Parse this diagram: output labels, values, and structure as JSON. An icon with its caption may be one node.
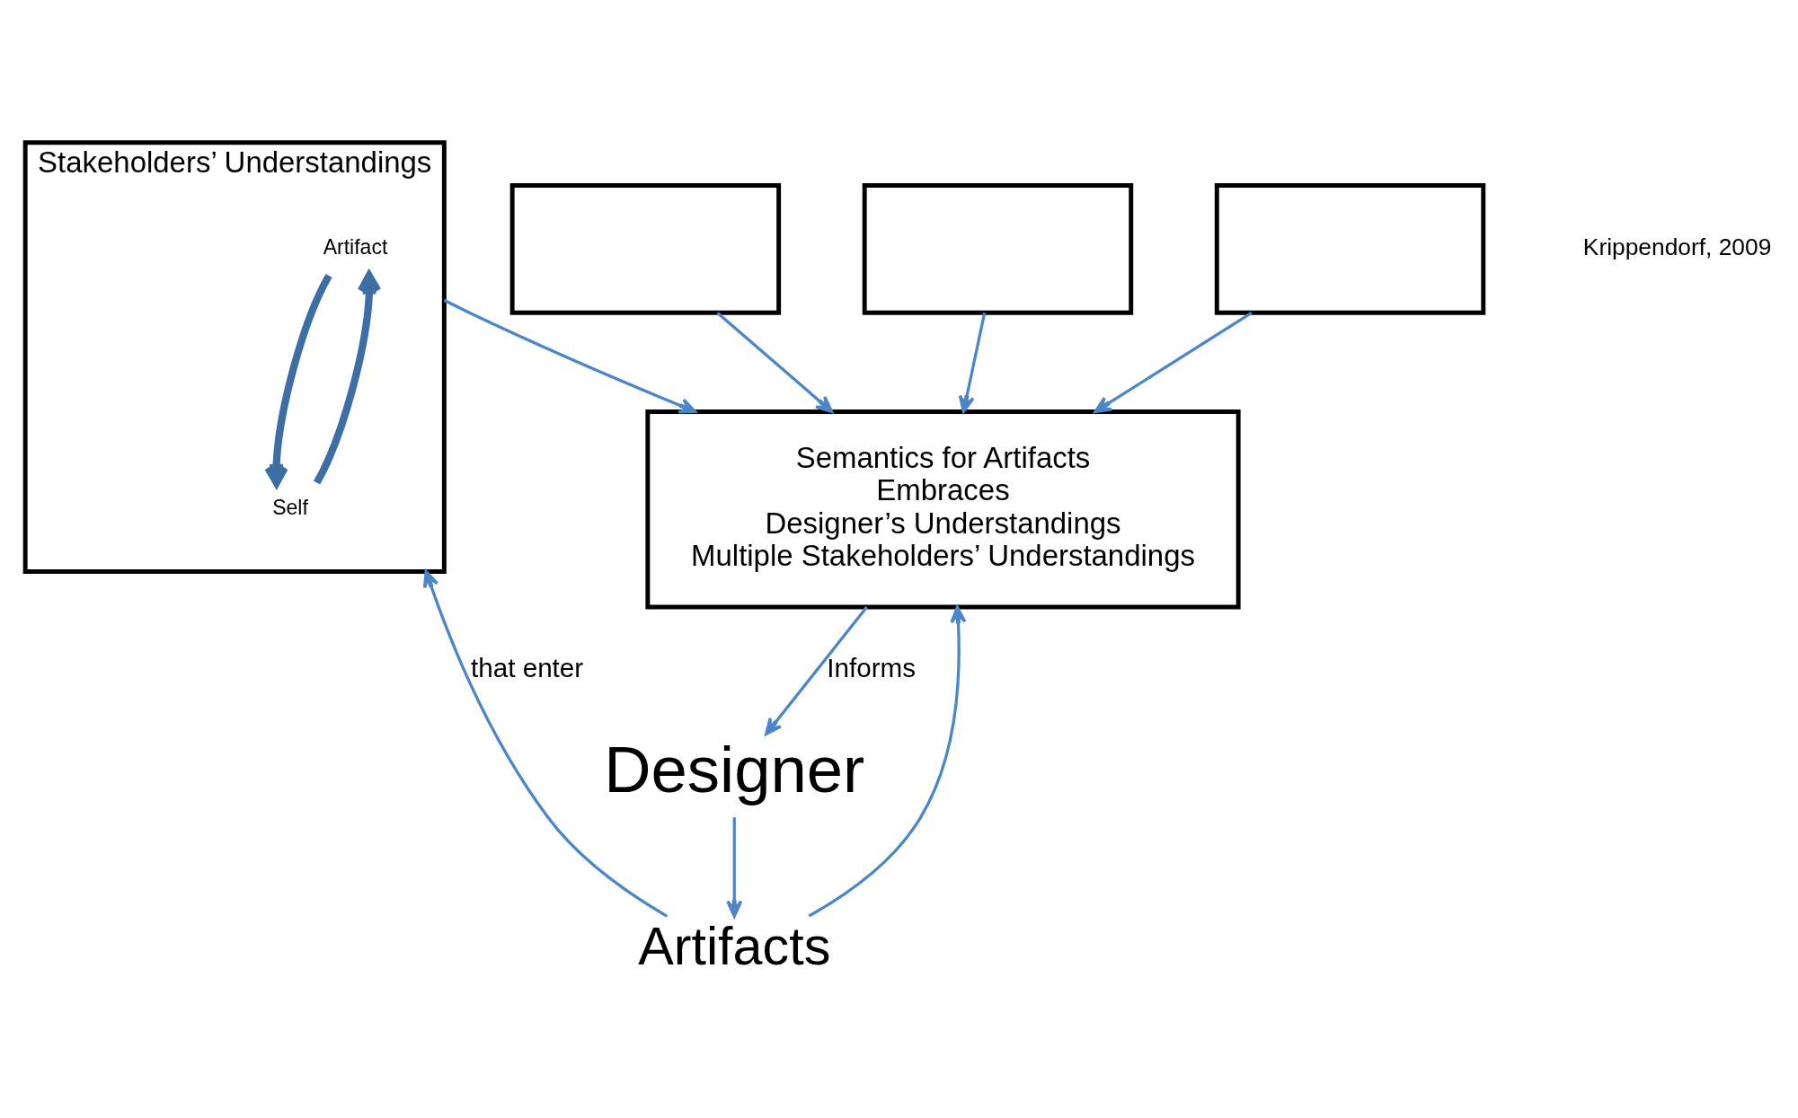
{
  "diagram": {
    "nodes": [
      {
        "text": [
          "Semantics for Artifacts",
          "Embraces",
          "Designer’s Understandings",
          "Multiple Stakeholders’ Understandings"
        ]
      },
      {
        "text": [
          "Designer"
        ]
      },
      {
        "text": [
          "Artifacts"
        ]
      },
      {
        "text": [
          "Stakeholders’ Understandings"
        ]
      },
      {
        "text": [],
        "shape": "box"
      },
      {
        "text": [],
        "shape": "box"
      },
      {
        "text": [],
        "shape": "box"
      },
      {
        "text": [
          "Artifact"
        ],
        "in": 3
      },
      {
        "text": [
          "Self"
        ],
        "in": 3
      }
    ],
    "edges": [
      {
        "from": 0,
        "to": 1,
        "arrow": "to",
        "label": "Informs"
      },
      {
        "from": 1,
        "to": 2,
        "arrow": "to"
      },
      {
        "from": 2,
        "to": 0,
        "arrow": "to"
      },
      {
        "from": 2,
        "to": 3,
        "arrow": "to",
        "label": "that enter"
      },
      {
        "from": 3,
        "to": 0,
        "arrow": "to"
      },
      {
        "from": 6,
        "to": 0,
        "arrow": "to"
      },
      {
        "from": 5,
        "to": 0,
        "arrow": "to"
      },
      {
        "from": 4,
        "to": 0,
        "arrow": "to"
      },
      {
        "from": 7,
        "to": 8,
        "arrow": "to",
        "style": "thick",
        "color": "#3d6fa6"
      },
      {
        "from": 8,
        "to": 7,
        "arrow": "to",
        "style": "thick",
        "color": "#3d6fa6"
      }
    ],
    "labels": [
      "Krippendorf, 2009"
    ]
  }
}
